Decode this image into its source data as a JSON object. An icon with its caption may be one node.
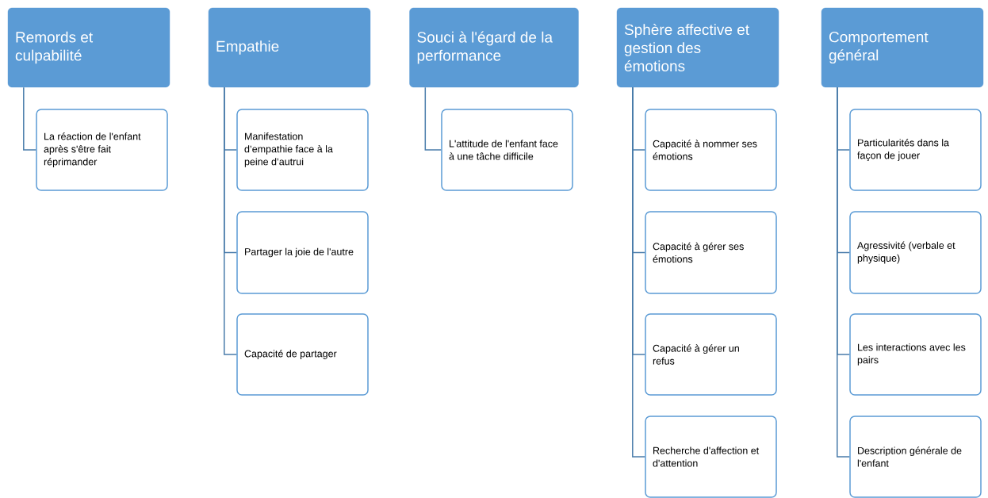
{
  "diagram": {
    "nodes": [
      {
        "text": [
          "Remords et culpabilité"
        ]
      },
      {
        "text": [
          "La réaction de l'enfant après s'être fait réprimander"
        ]
      },
      {
        "text": [
          "Empathie"
        ]
      },
      {
        "text": [
          "Manifestation d’empathie face à la peine d’autrui"
        ]
      },
      {
        "text": [
          "Partager la joie de l'autre"
        ]
      },
      {
        "text": [
          "Capacité de partager"
        ]
      },
      {
        "text": [
          "Souci à l'égard de la performance"
        ]
      },
      {
        "text": [
          "L'attitude de l'enfant face à une tâche difficile"
        ]
      },
      {
        "text": [
          "Sphère affective et gestion des émotions"
        ]
      },
      {
        "text": [
          "Capacité à nommer ses émotions"
        ]
      },
      {
        "text": [
          "Capacité à gérer ses émotions"
        ]
      },
      {
        "text": [
          "Capacité à gérer un refus"
        ]
      },
      {
        "text": [
          "Recherche d'affection et d'attention"
        ]
      },
      {
        "text": [
          "Comportement général"
        ]
      },
      {
        "text": [
          "Particularités dans la façon de jouer"
        ]
      },
      {
        "text": [
          "Agressivité (verbale et physique)"
        ]
      },
      {
        "text": [
          "Les interactions avec les pairs"
        ]
      },
      {
        "text": [
          "Description générale de l'enfant"
        ]
      }
    ],
    "edges": [
      {
        "from": 0,
        "to": 1,
        "arrow": "none"
      },
      {
        "from": 2,
        "to": 3,
        "arrow": "none"
      },
      {
        "from": 2,
        "to": 4,
        "arrow": "none"
      },
      {
        "from": 2,
        "to": 5,
        "arrow": "none"
      },
      {
        "from": 6,
        "to": 7,
        "arrow": "none"
      },
      {
        "from": 8,
        "to": 9,
        "arrow": "none"
      },
      {
        "from": 8,
        "to": 10,
        "arrow": "none"
      },
      {
        "from": 8,
        "to": 11,
        "arrow": "none"
      },
      {
        "from": 8,
        "to": 12,
        "arrow": "none"
      },
      {
        "from": 13,
        "to": 14,
        "arrow": "none"
      },
      {
        "from": 13,
        "to": 15,
        "arrow": "none"
      },
      {
        "from": 13,
        "to": 16,
        "arrow": "none"
      },
      {
        "from": 13,
        "to": 17,
        "arrow": "none"
      }
    ]
  }
}
